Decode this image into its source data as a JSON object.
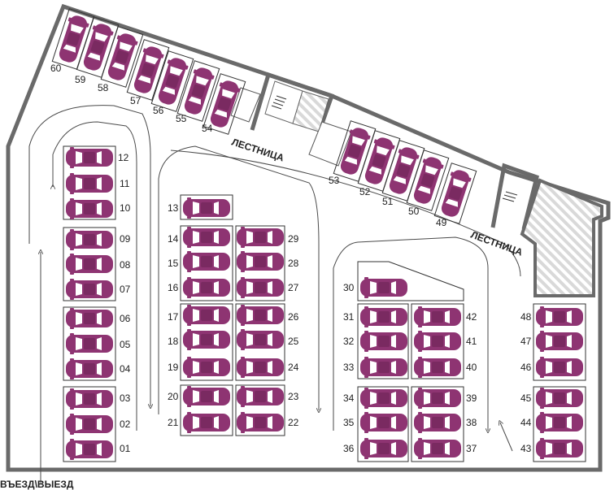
{
  "labels": {
    "stairs_left": "ЛЕСТНИЦА",
    "stairs_right": "ЛЕСТНИЦА",
    "exit": "ВЪЕЗД\\ВЫЕЗД"
  },
  "colors": {
    "car": "#8e3472",
    "wall": "#666666",
    "line": "#333333",
    "hatch": "#d8d8d8"
  },
  "spots": [
    {
      "num": "01",
      "type": "horizontal"
    },
    {
      "num": "02",
      "type": "horizontal"
    },
    {
      "num": "03",
      "type": "horizontal"
    },
    {
      "num": "04",
      "type": "horizontal"
    },
    {
      "num": "05",
      "type": "horizontal"
    },
    {
      "num": "06",
      "type": "horizontal"
    },
    {
      "num": "07",
      "type": "horizontal"
    },
    {
      "num": "08",
      "type": "horizontal"
    },
    {
      "num": "09",
      "type": "horizontal"
    },
    {
      "num": "10",
      "type": "horizontal"
    },
    {
      "num": "11",
      "type": "horizontal"
    },
    {
      "num": "12",
      "type": "horizontal"
    },
    {
      "num": "13",
      "type": "horizontal"
    },
    {
      "num": "14",
      "type": "horizontal"
    },
    {
      "num": "15",
      "type": "horizontal"
    },
    {
      "num": "16",
      "type": "horizontal"
    },
    {
      "num": "17",
      "type": "horizontal"
    },
    {
      "num": "18",
      "type": "horizontal"
    },
    {
      "num": "19",
      "type": "horizontal"
    },
    {
      "num": "20",
      "type": "horizontal"
    },
    {
      "num": "21",
      "type": "horizontal"
    },
    {
      "num": "22",
      "type": "horizontal"
    },
    {
      "num": "23",
      "type": "horizontal"
    },
    {
      "num": "24",
      "type": "horizontal"
    },
    {
      "num": "25",
      "type": "horizontal"
    },
    {
      "num": "26",
      "type": "horizontal"
    },
    {
      "num": "27",
      "type": "horizontal"
    },
    {
      "num": "28",
      "type": "horizontal"
    },
    {
      "num": "29",
      "type": "horizontal"
    },
    {
      "num": "30",
      "type": "horizontal"
    },
    {
      "num": "31",
      "type": "horizontal"
    },
    {
      "num": "32",
      "type": "horizontal"
    },
    {
      "num": "33",
      "type": "horizontal"
    },
    {
      "num": "34",
      "type": "horizontal"
    },
    {
      "num": "35",
      "type": "horizontal"
    },
    {
      "num": "36",
      "type": "horizontal"
    },
    {
      "num": "37",
      "type": "horizontal"
    },
    {
      "num": "38",
      "type": "horizontal"
    },
    {
      "num": "39",
      "type": "horizontal"
    },
    {
      "num": "40",
      "type": "horizontal"
    },
    {
      "num": "41",
      "type": "horizontal"
    },
    {
      "num": "42",
      "type": "horizontal"
    },
    {
      "num": "43",
      "type": "horizontal"
    },
    {
      "num": "44",
      "type": "horizontal"
    },
    {
      "num": "45",
      "type": "horizontal"
    },
    {
      "num": "46",
      "type": "horizontal"
    },
    {
      "num": "47",
      "type": "horizontal"
    },
    {
      "num": "48",
      "type": "horizontal"
    },
    {
      "num": "49",
      "type": "angled"
    },
    {
      "num": "50",
      "type": "angled"
    },
    {
      "num": "51",
      "type": "angled"
    },
    {
      "num": "52",
      "type": "angled"
    },
    {
      "num": "53",
      "type": "angled"
    },
    {
      "num": "54",
      "type": "angled"
    },
    {
      "num": "55",
      "type": "angled"
    },
    {
      "num": "56",
      "type": "angled"
    },
    {
      "num": "57",
      "type": "angled"
    },
    {
      "num": "58",
      "type": "angled"
    },
    {
      "num": "59",
      "type": "angled"
    },
    {
      "num": "60",
      "type": "angled"
    }
  ]
}
